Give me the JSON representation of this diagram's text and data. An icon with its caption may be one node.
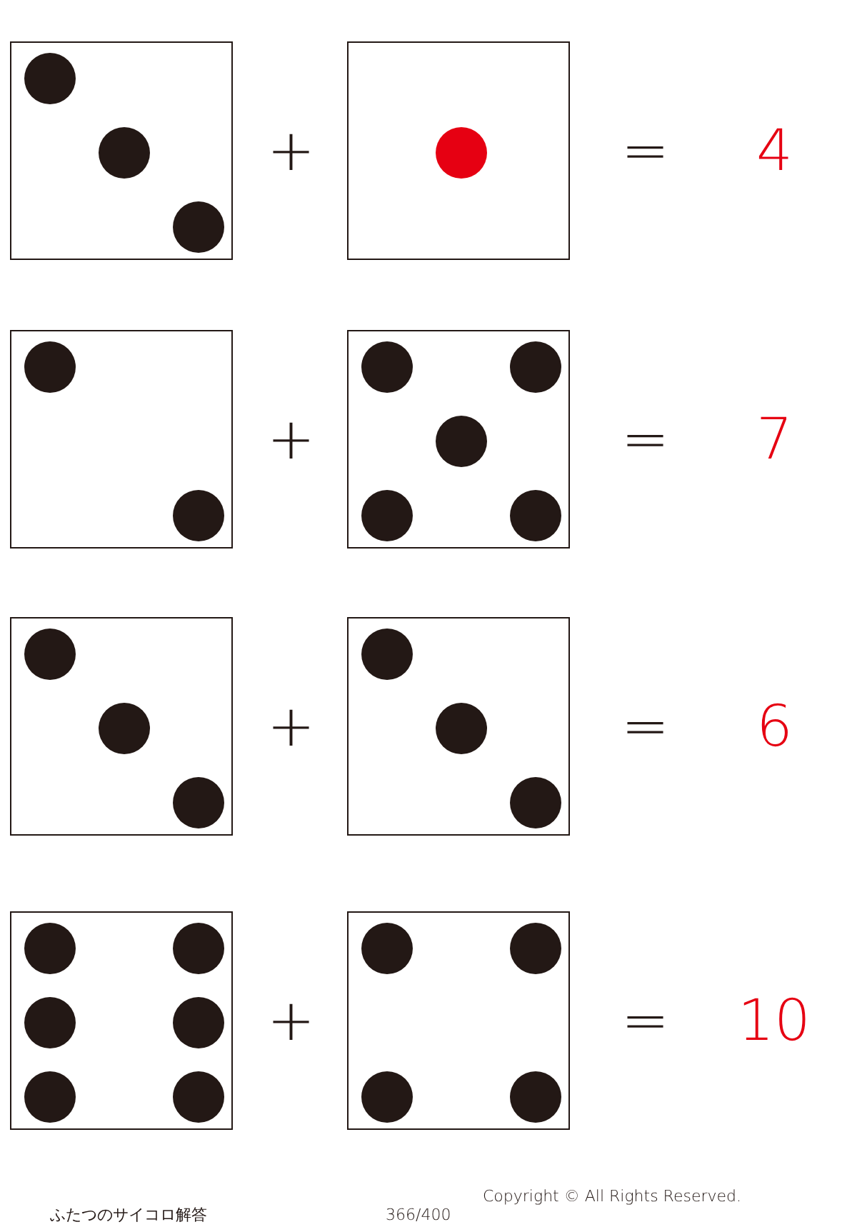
{
  "diagram": {
    "nodes": [
      {
        "text": [],
        "shape": "box"
      },
      {
        "text": [],
        "shape": "box"
      },
      {
        "text": [],
        "shape": "box"
      },
      {
        "text": [],
        "shape": "box"
      },
      {
        "text": [],
        "shape": "box"
      },
      {
        "text": [],
        "shape": "box"
      },
      {
        "text": [],
        "shape": "box"
      },
      {
        "text": [],
        "shape": "box"
      }
    ],
    "labels": [
      "+",
      "=",
      "4",
      "+",
      "=",
      "7",
      "+",
      "=",
      "6",
      "+",
      "=",
      "10",
      "ふたつのサイコロ解答",
      "366/400",
      "Copyright © All Rights Reserved."
    ]
  }
}
